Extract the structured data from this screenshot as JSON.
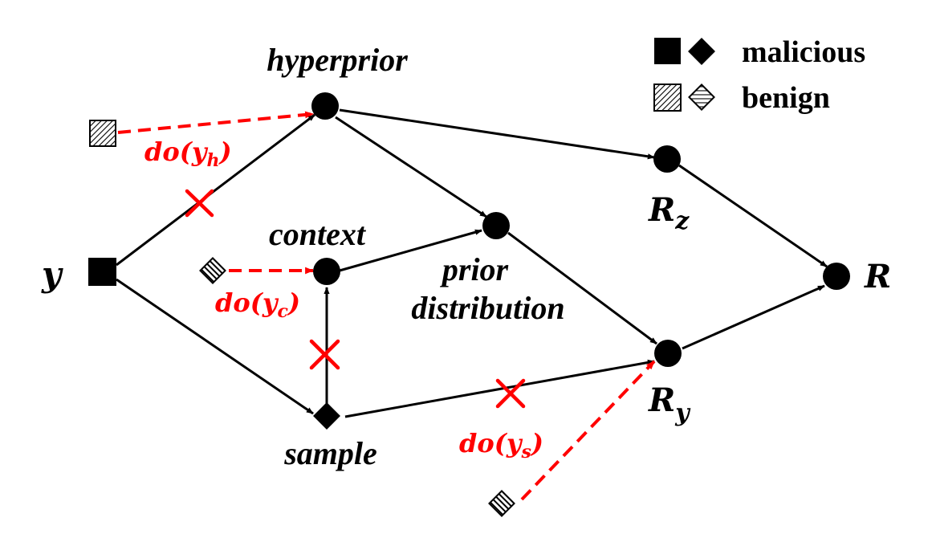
{
  "legend": {
    "malicious": "malicious",
    "benign": "benign"
  },
  "nodes": {
    "hyperprior": "hyperprior",
    "context": "context",
    "prior_line1": "prior",
    "prior_line2": "distribution",
    "sample": "sample",
    "y": "y",
    "Rz_base": "R",
    "Rz_sub": "z",
    "Ry_base": "R",
    "Ry_sub": "y",
    "R": "R"
  },
  "interventions": {
    "dyh": {
      "pre": "do(",
      "var": "y",
      "sub": "h",
      "post": ")"
    },
    "dyc": {
      "pre": "do(",
      "var": "y",
      "sub": "c",
      "post": ")"
    },
    "dys": {
      "pre": "do(",
      "var": "y",
      "sub": "s",
      "post": ")"
    }
  },
  "colors": {
    "edge": "#000000",
    "intervention": "#ff0000",
    "node": "#000000"
  }
}
